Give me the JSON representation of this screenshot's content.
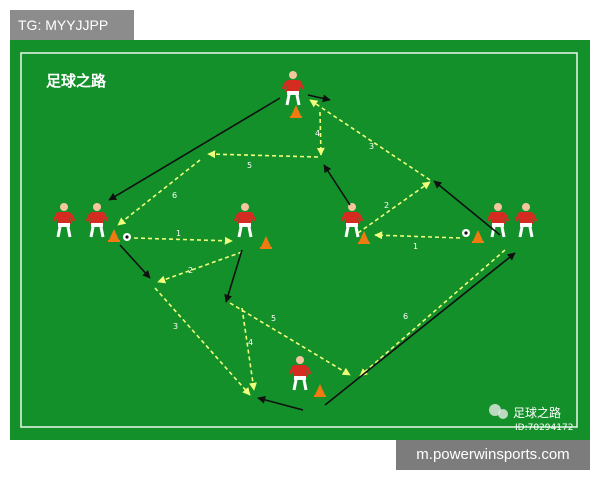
{
  "overlay": {
    "tg_label": "TG: MYYJJPP",
    "site_label": "m.powerwinsports.com"
  },
  "diagram": {
    "title": "足球之路",
    "watermark_name": "足球之路",
    "watermark_id": "ID:70294172",
    "pass_labels": [
      "1",
      "1",
      "2",
      "2",
      "3",
      "3",
      "4",
      "4",
      "5",
      "5",
      "6",
      "6"
    ]
  },
  "colors": {
    "pitch": "#13902a",
    "pitch_line": "#e9f7ea",
    "player_shirt": "#d62b20",
    "pass_arrow": "#f0ff7a",
    "run_arrow": "#101010",
    "cone": "#f07a12"
  }
}
